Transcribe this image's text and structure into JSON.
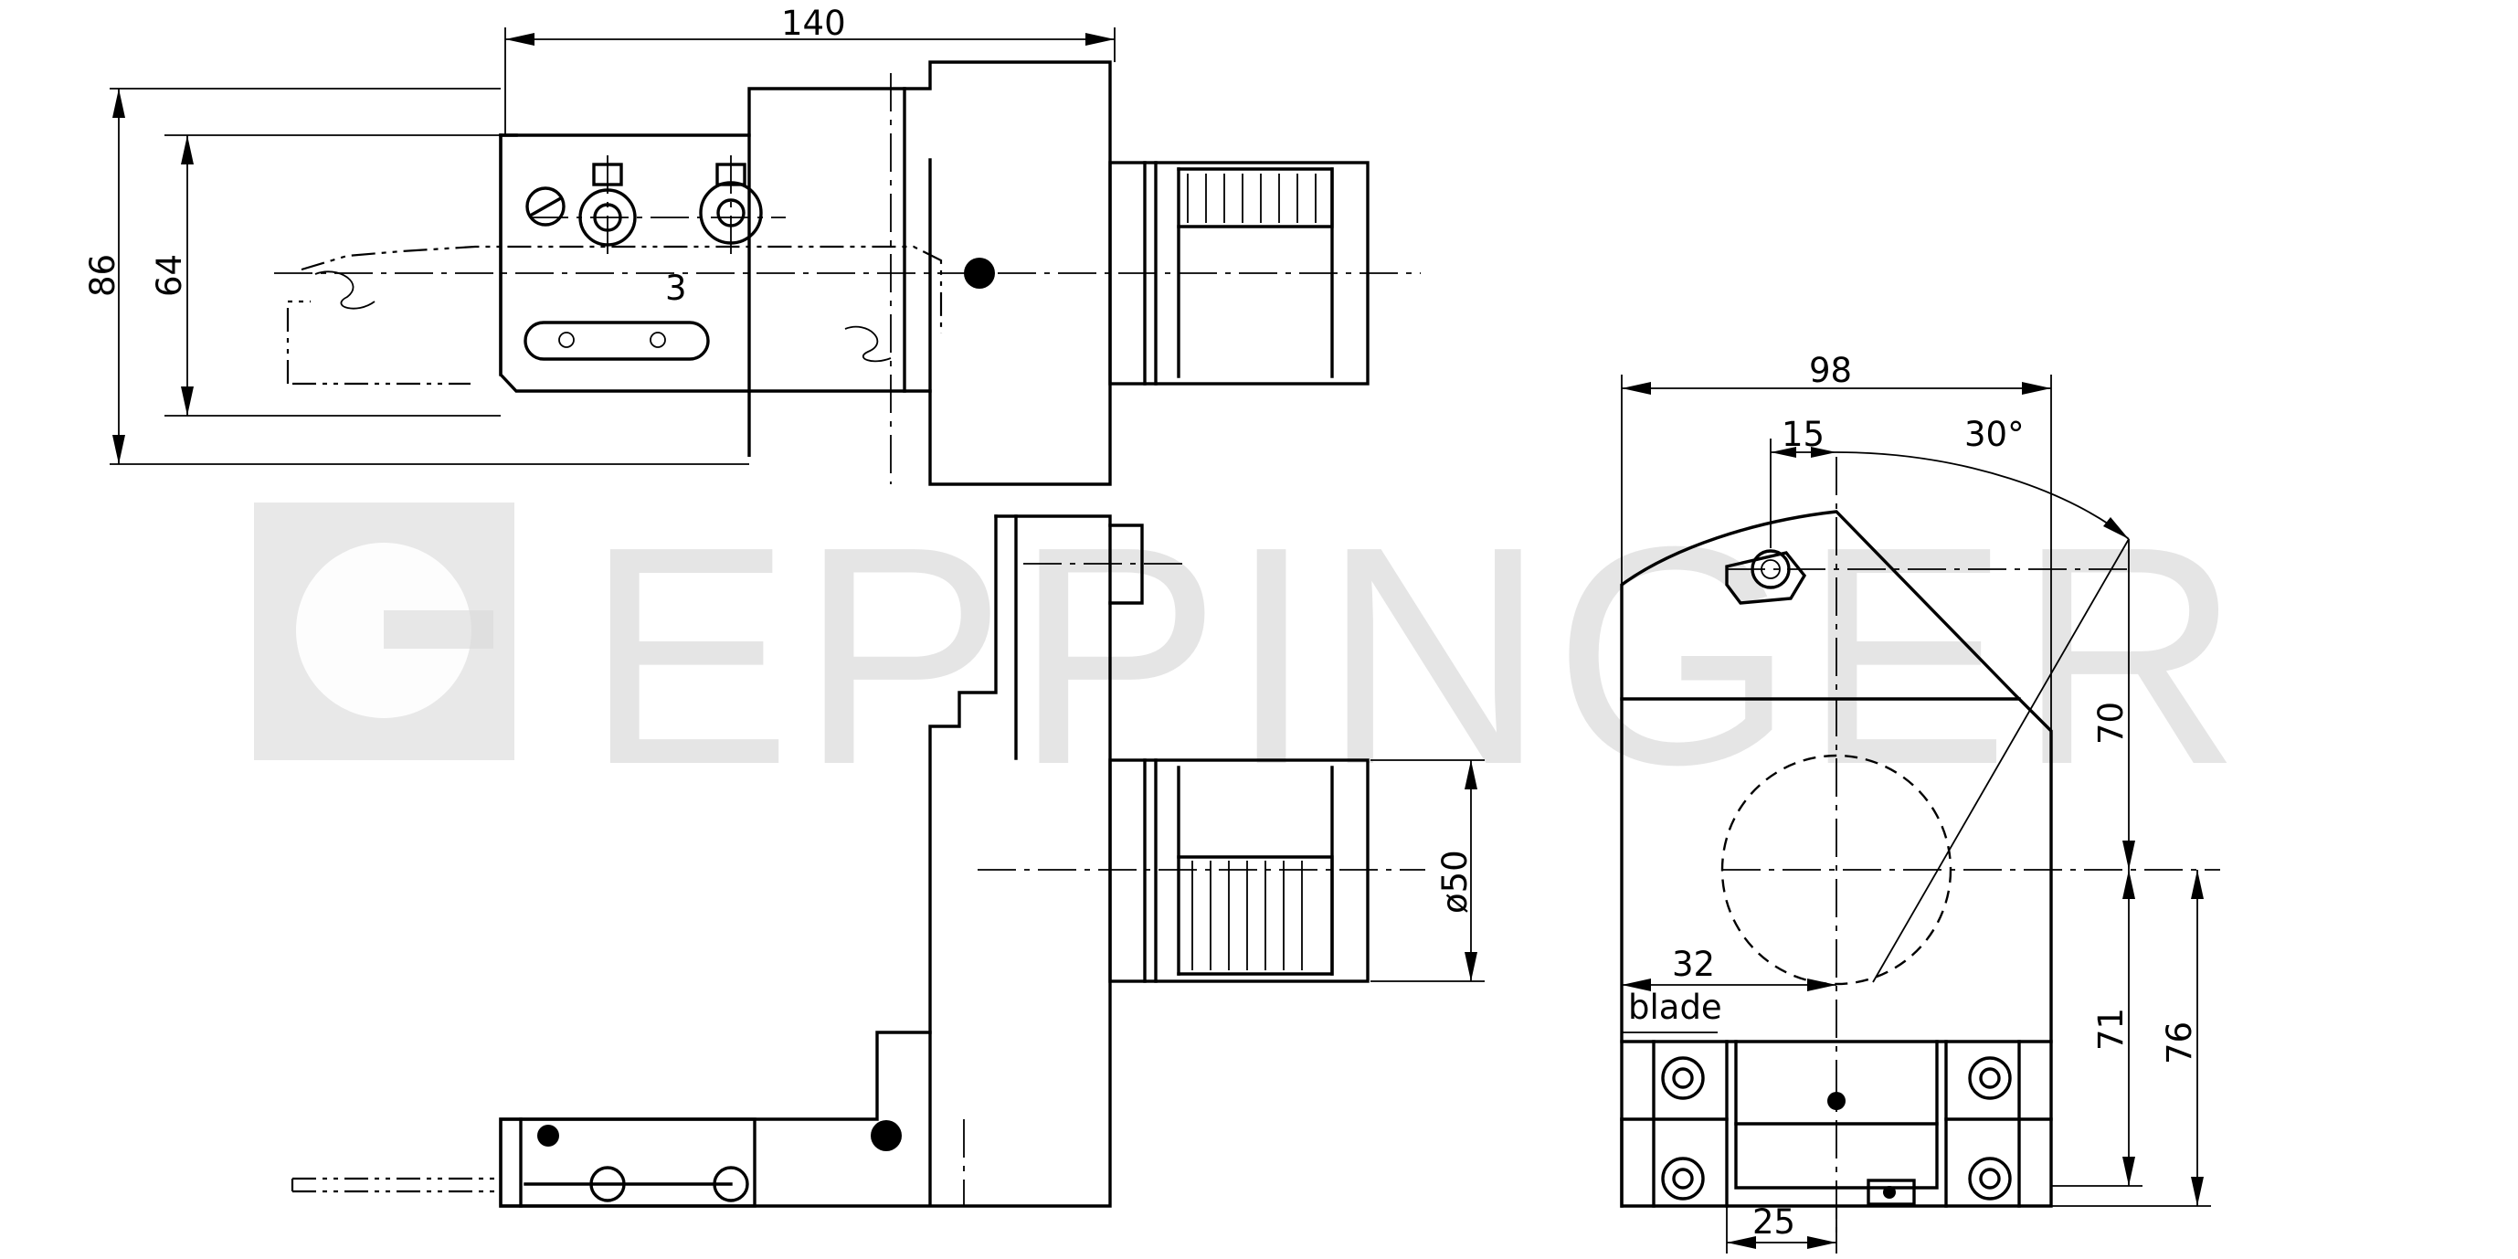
{
  "watermark": {
    "brand": "EPPINGER"
  },
  "dimensions": {
    "overall_length": "140",
    "overall_height": "86",
    "inner_height": "64",
    "shank_diameter": "ø50",
    "width": "98",
    "offset_15": "15",
    "angle": "30°",
    "height_70": "70",
    "height_71": "71",
    "height_76": "76",
    "blade_offset": "32",
    "bottom_width": "25"
  },
  "labels": {
    "blade": "blade"
  }
}
